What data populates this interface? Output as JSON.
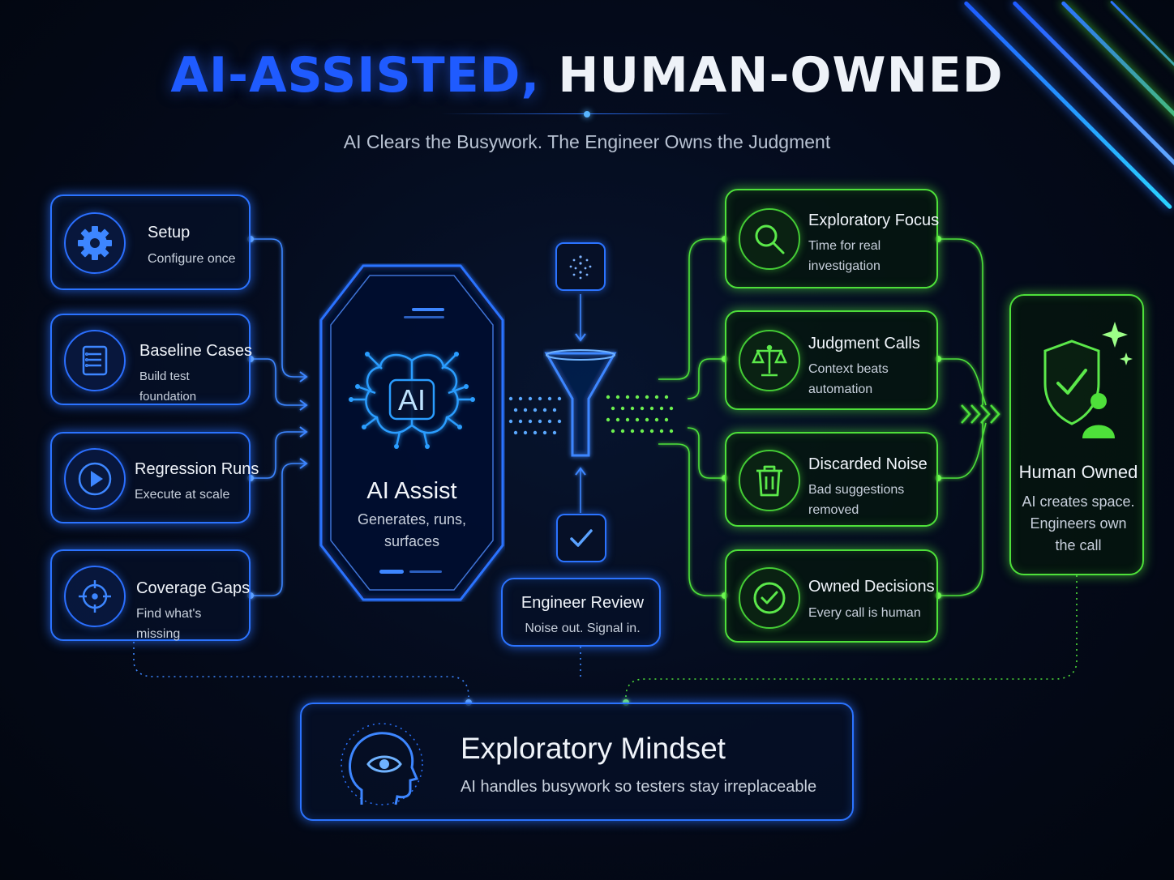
{
  "header": {
    "title_part1": "AI-ASSISTED,",
    "title_part2": "HUMAN-OWNED",
    "subtitle": "AI Clears the Busywork. The Engineer Owns the Judgment"
  },
  "inputs": [
    {
      "title": "Setup",
      "subtitle": "Configure once",
      "icon": "gear-icon"
    },
    {
      "title": "Baseline Cases",
      "subtitle": "Build test foundation",
      "icon": "document-list-icon"
    },
    {
      "title": "Regression Runs",
      "subtitle": "Execute at scale",
      "icon": "play-icon"
    },
    {
      "title": "Coverage Gaps",
      "subtitle": "Find what's missing",
      "icon": "target-icon"
    }
  ],
  "ai_assist": {
    "badge": "AI",
    "title": "AI Assist",
    "subtitle_line1": "Generates, runs,",
    "subtitle_line2": "surfaces",
    "icon": "brain-circuit-icon"
  },
  "filter": {
    "icons": [
      "noise-dots-icon",
      "funnel-icon",
      "checkmark-icon"
    ]
  },
  "engineer_review": {
    "title": "Engineer Review",
    "subtitle": "Noise out. Signal in."
  },
  "outputs": [
    {
      "title": "Exploratory Focus",
      "subtitle_line1": "Time for real",
      "subtitle_line2": "investigation",
      "icon": "magnifier-icon"
    },
    {
      "title": "Judgment Calls",
      "subtitle_line1": "Context beats",
      "subtitle_line2": "automation",
      "icon": "scales-icon"
    },
    {
      "title": "Discarded Noise",
      "subtitle_line1": "Bad suggestions",
      "subtitle_line2": "removed",
      "icon": "trash-icon"
    },
    {
      "title": "Owned Decisions",
      "subtitle_line1": "Every call is human",
      "subtitle_line2": "",
      "icon": "check-circle-icon"
    }
  ],
  "human_owned": {
    "title": "Human Owned",
    "line1": "AI creates space.",
    "line2": "Engineers own",
    "line3": "the call",
    "icon": "shield-user-icon"
  },
  "mindset": {
    "title": "Exploratory Mindset",
    "subtitle": "AI handles busywork so testers stay irreplaceable",
    "icon": "head-eye-icon"
  },
  "colors": {
    "blue": "#2b73ff",
    "green": "#4ee03a",
    "background": "#040a1a"
  }
}
